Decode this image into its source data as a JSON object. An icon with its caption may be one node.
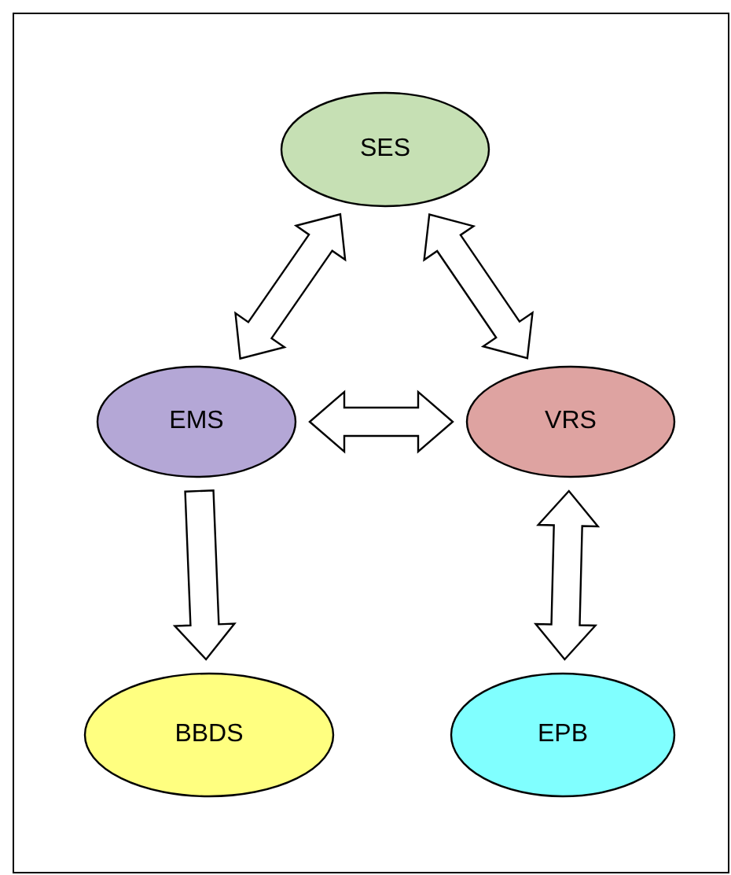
{
  "diagram": {
    "nodes": [
      {
        "text": [
          "SES"
        ]
      },
      {
        "text": [
          "EMS"
        ]
      },
      {
        "text": [
          "VRS"
        ]
      },
      {
        "text": [
          "BBDS"
        ]
      },
      {
        "text": [
          "EPB"
        ]
      }
    ],
    "edges": [
      {
        "from": 0,
        "to": 1,
        "arrow": "both"
      },
      {
        "from": 0,
        "to": 2,
        "arrow": "both"
      },
      {
        "from": 1,
        "to": 2,
        "arrow": "both"
      },
      {
        "from": 1,
        "to": 3,
        "arrow": "to"
      },
      {
        "from": 2,
        "to": 4,
        "arrow": "both"
      }
    ]
  }
}
